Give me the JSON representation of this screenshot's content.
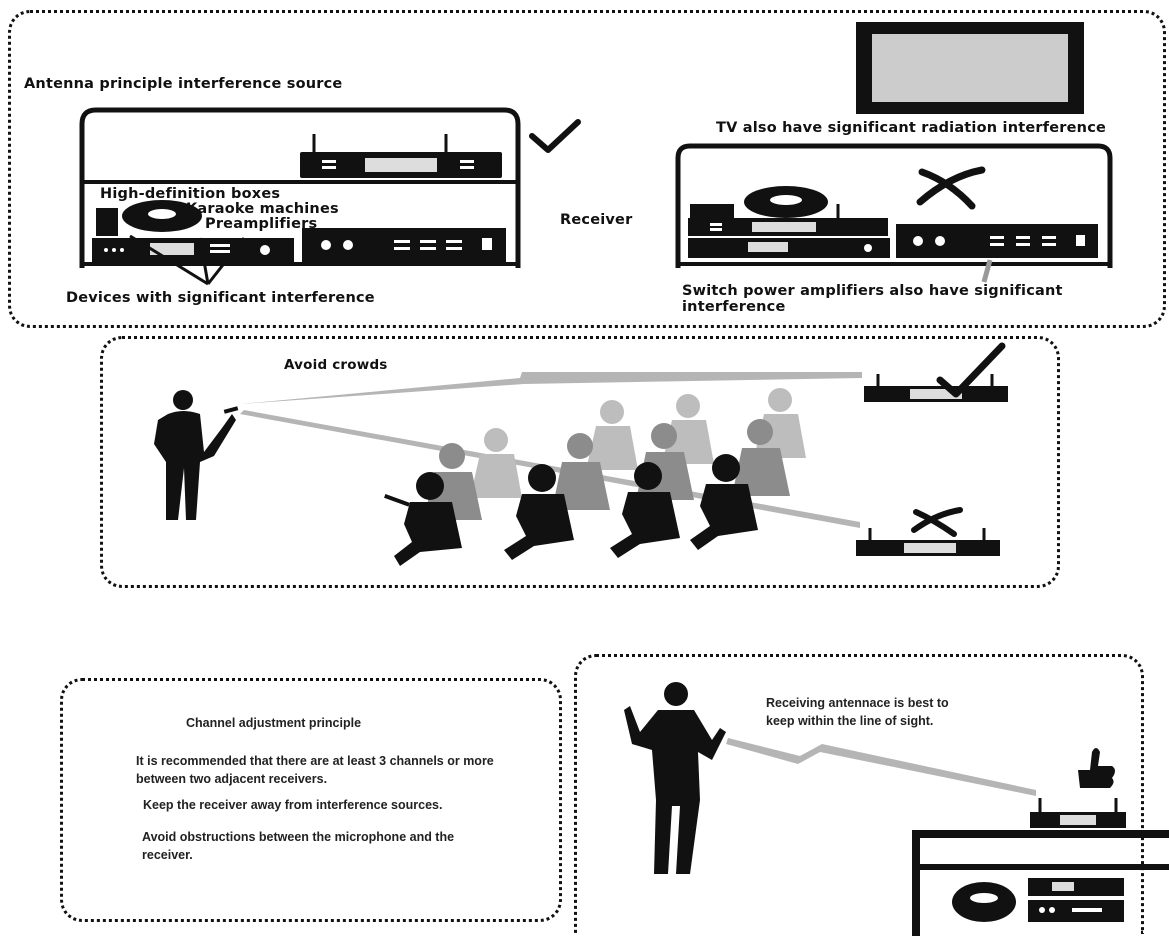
{
  "panel_top": {
    "title": "Antenna principle interference source",
    "hd_boxes": "High-definition boxes",
    "karaoke": "Karaoke machines",
    "preamps": "Preamplifiers",
    "receiver": "Receiver",
    "devices_interference": "Devices with significant interference",
    "tv_note": "TV also have significant radiation interference",
    "switch_amp_note": "Switch power amplifiers also have significant interference"
  },
  "panel_crowd": {
    "title": "Avoid crowds"
  },
  "panel_channel": {
    "title": "Channel adjustment principle",
    "rule_1": "It is recommended that there are at least 3 channels or more between two adjacent receivers.",
    "rule_2": "Keep the receiver away from interference sources.",
    "rule_3": "Avoid obstructions between the microphone and the receiver."
  },
  "panel_sight": {
    "note": "Receiving antennace is best to keep within the line of sight."
  },
  "colors": {
    "ink": "#111111",
    "screen_gray": "#cccccc",
    "crowd_gray": "#9a9a9a",
    "signal_gray": "#b5b5b5"
  },
  "icons": [
    "checkmark-icon",
    "cross-icon",
    "thumbs-up-icon"
  ]
}
